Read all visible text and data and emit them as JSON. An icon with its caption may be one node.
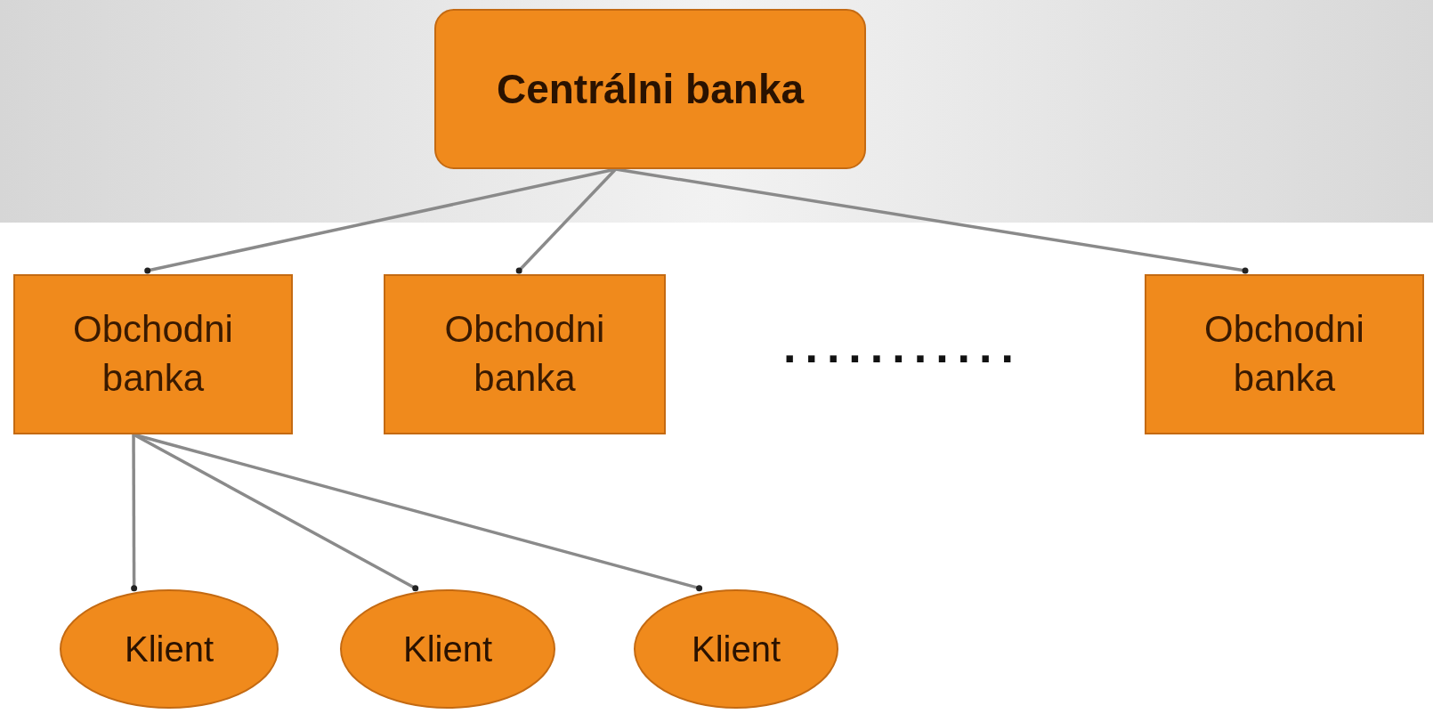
{
  "diagram": {
    "nodes": [
      {
        "text": [
          "Centrálni banka"
        ]
      },
      {
        "text": [
          "Obchodni banka"
        ]
      },
      {
        "text": [
          "Obchodni banka"
        ]
      },
      {
        "text": [
          "Obchodni banka"
        ]
      },
      {
        "text": [
          "Klient"
        ]
      },
      {
        "text": [
          "Klient"
        ]
      },
      {
        "text": [
          "Klient"
        ]
      }
    ],
    "edges": [
      {
        "from": 0,
        "to": 1,
        "arrow": "other"
      },
      {
        "from": 0,
        "to": 2,
        "arrow": "other"
      },
      {
        "from": 0,
        "to": 3,
        "arrow": "other"
      },
      {
        "from": 1,
        "to": 4,
        "arrow": "other"
      },
      {
        "from": 1,
        "to": 5,
        "arrow": "other"
      },
      {
        "from": 1,
        "to": 6,
        "arrow": "other"
      }
    ],
    "labels": [
      "..........."
    ]
  }
}
